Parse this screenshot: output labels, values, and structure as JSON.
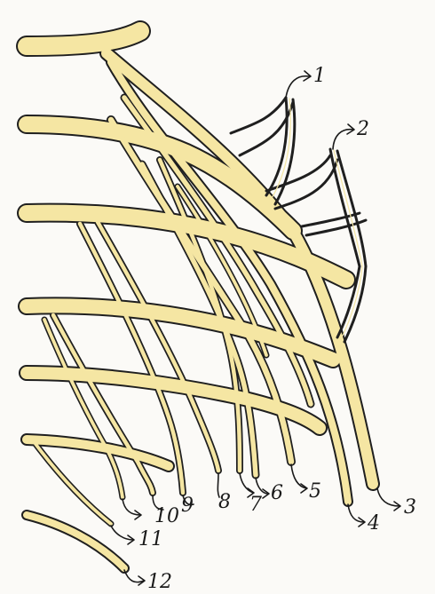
{
  "diagram": {
    "kind": "anatomical-sketch",
    "colors": {
      "background": "#fbfaf7",
      "nerve_fill": "#f5e6a3",
      "outline": "#1f1f1f",
      "label": "#1a1a1a"
    },
    "labels": [
      {
        "id": "n1",
        "text": "1"
      },
      {
        "id": "n2",
        "text": "2"
      },
      {
        "id": "n3",
        "text": "3"
      },
      {
        "id": "n4",
        "text": "4"
      },
      {
        "id": "n5",
        "text": "5"
      },
      {
        "id": "n6",
        "text": "6"
      },
      {
        "id": "n7",
        "text": "7"
      },
      {
        "id": "n8",
        "text": "8"
      },
      {
        "id": "n9",
        "text": "9"
      },
      {
        "id": "n10",
        "text": "10"
      },
      {
        "id": "n11",
        "text": "11"
      },
      {
        "id": "n12",
        "text": "12"
      }
    ]
  }
}
